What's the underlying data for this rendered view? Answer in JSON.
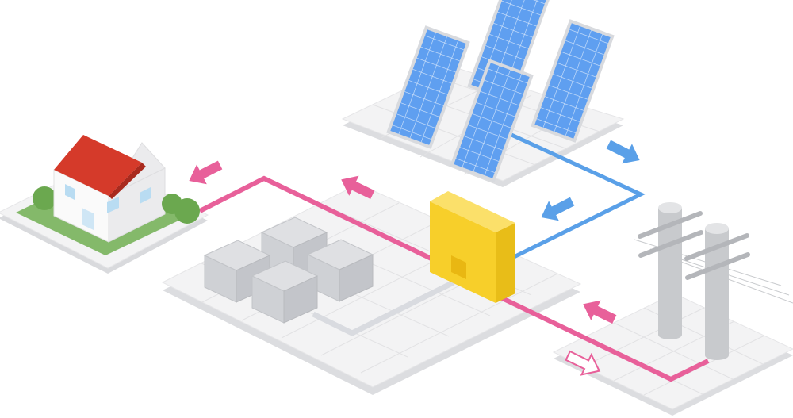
{
  "colors": {
    "background": "#ffffff",
    "ac_line": "#e8609a",
    "dc_line": "#5aa0e8",
    "battery_line": "#d9dbe0",
    "platform_top": "#f3f3f4",
    "platform_grid": "#e2e2e4",
    "panel_blue": "#5f9ff0",
    "panel_frame": "#d8dade",
    "inverter_yellow": "#f7cf2a",
    "battery_gray": "#cfd1d5",
    "pole_gray": "#c8cacd",
    "roof_red": "#d53a2a",
    "grass_green": "#84b96a"
  },
  "icons": {
    "house": "house-icon",
    "solar": "solar-panel-icon",
    "inverter": "power-conditioner-icon",
    "battery": "storage-battery-icon",
    "pole": "utility-pole-icon",
    "arrow_solid": "flow-arrow-icon",
    "arrow_outline": "sell-arrow-outline-icon"
  },
  "flows": [
    {
      "id": "inverter-to-house",
      "kind": "ac",
      "direction": "toward-house"
    },
    {
      "id": "solar-to-inverter",
      "kind": "dc",
      "direction": "toward-inverter"
    },
    {
      "id": "grid-to-inverter",
      "kind": "ac",
      "direction": "toward-inverter"
    },
    {
      "id": "grid-sell",
      "kind": "ac",
      "direction": "outward",
      "style": "outline"
    }
  ]
}
